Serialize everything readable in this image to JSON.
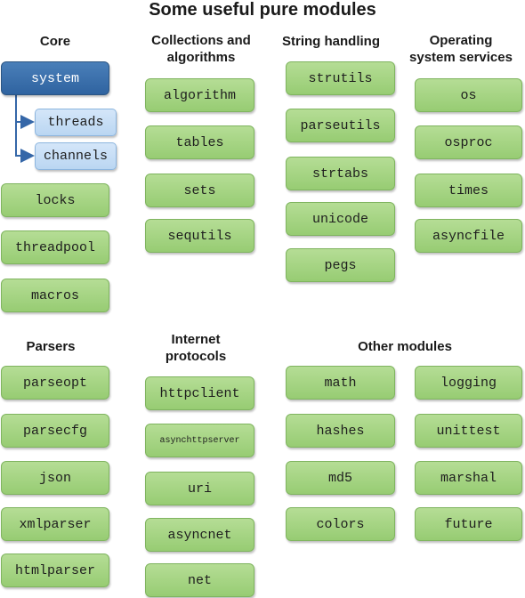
{
  "title": "Some useful pure modules",
  "headings": {
    "core": "Core",
    "collections": [
      "Collections and",
      "algorithms"
    ],
    "string": "String handling",
    "os": [
      "Operating",
      "system services"
    ],
    "parsers": "Parsers",
    "internet": [
      "Internet",
      "protocols"
    ],
    "other": "Other modules"
  },
  "core": {
    "system": "system",
    "children": [
      "threads",
      "channels"
    ],
    "modules": [
      "locks",
      "threadpool",
      "macros"
    ]
  },
  "collections": [
    "algorithm",
    "tables",
    "sets",
    "sequtils"
  ],
  "string": [
    "strutils",
    "parseutils",
    "strtabs",
    "unicode",
    "pegs"
  ],
  "os": [
    "os",
    "osproc",
    "times",
    "asyncfile"
  ],
  "parsers": [
    "parseopt",
    "parsecfg",
    "json",
    "xmlparser",
    "htmlparser"
  ],
  "internet": [
    "httpclient",
    "asynchttpserver",
    "uri",
    "asyncnet",
    "net"
  ],
  "other": [
    "math",
    "hashes",
    "md5",
    "colors",
    "logging",
    "unittest",
    "marshal",
    "future"
  ],
  "colors": {
    "module_green": "#a7d585",
    "system_blue": "#3a6fad",
    "child_lightblue": "#c8def6",
    "connector": "#3567a8"
  }
}
